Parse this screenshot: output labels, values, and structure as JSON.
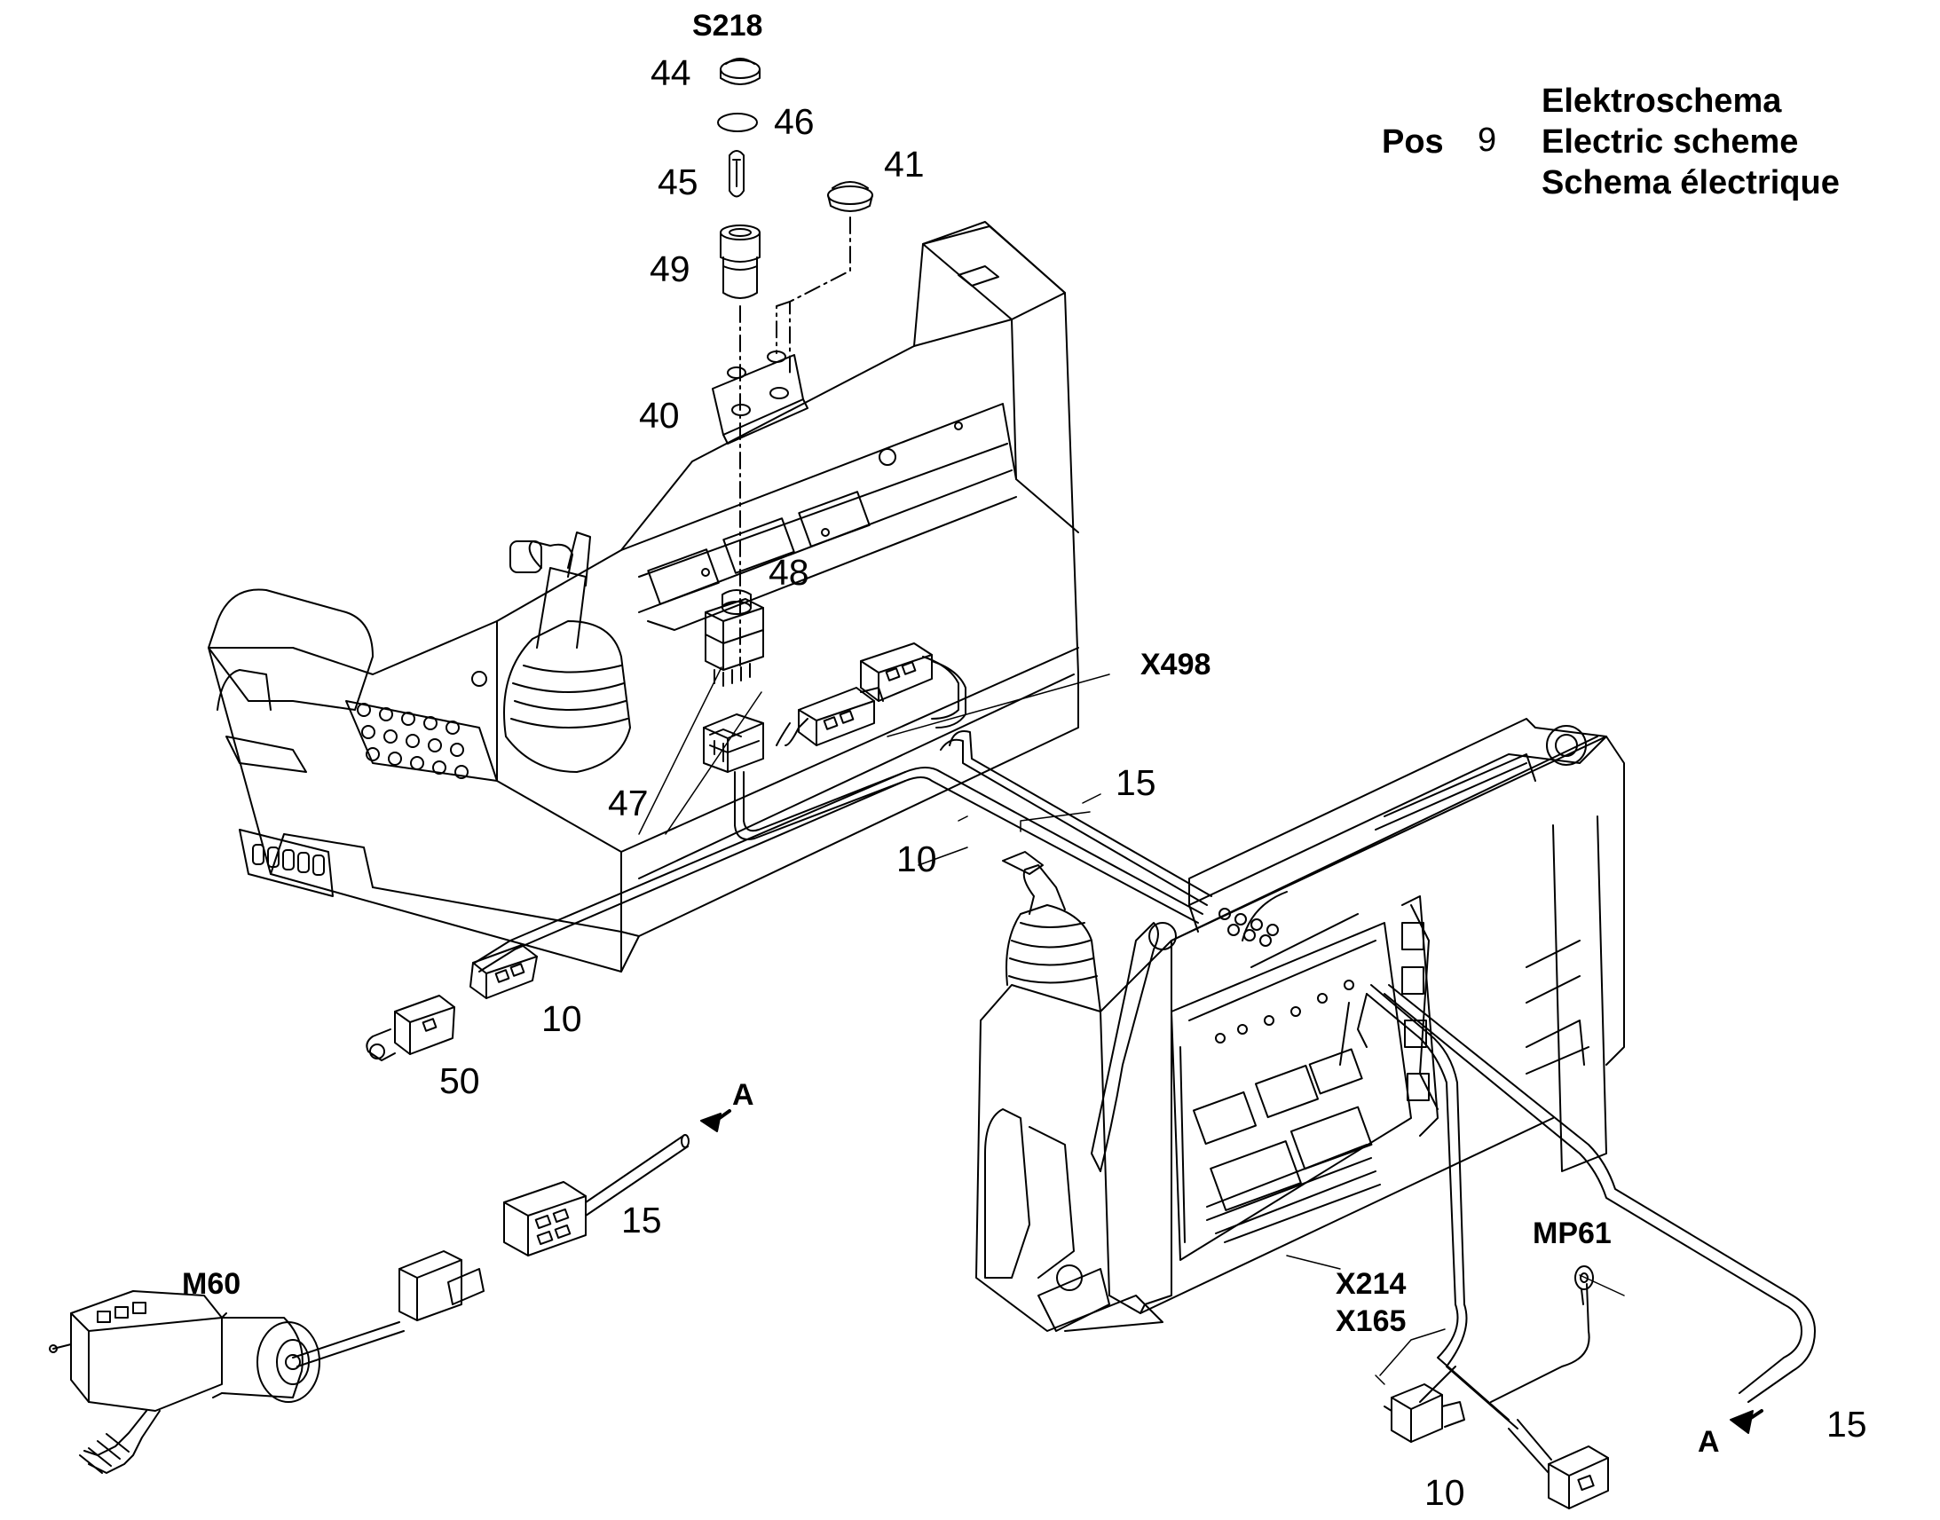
{
  "header": {
    "pos_label": "Pos",
    "pos_number": "9",
    "title_lines": [
      "Elektroschema",
      "Electric scheme",
      "Schema électrique"
    ]
  },
  "codes": {
    "s218": "S218",
    "x498": "X498",
    "m60": "M60",
    "mp61": "MP61",
    "x214": "X214",
    "x165": "X165",
    "a_left": "A",
    "a_right": "A"
  },
  "parts": {
    "p44": "44",
    "p46": "46",
    "p45": "45",
    "p41": "41",
    "p49": "49",
    "p40": "40",
    "p48": "48",
    "p47": "47",
    "p15_top": "15",
    "p10_mid": "10",
    "p10_left": "10",
    "p50": "50",
    "p15_left": "15",
    "p15_right": "15",
    "p10_bottom": "10"
  },
  "colors": {
    "line": "#000000",
    "background": "#ffffff"
  }
}
